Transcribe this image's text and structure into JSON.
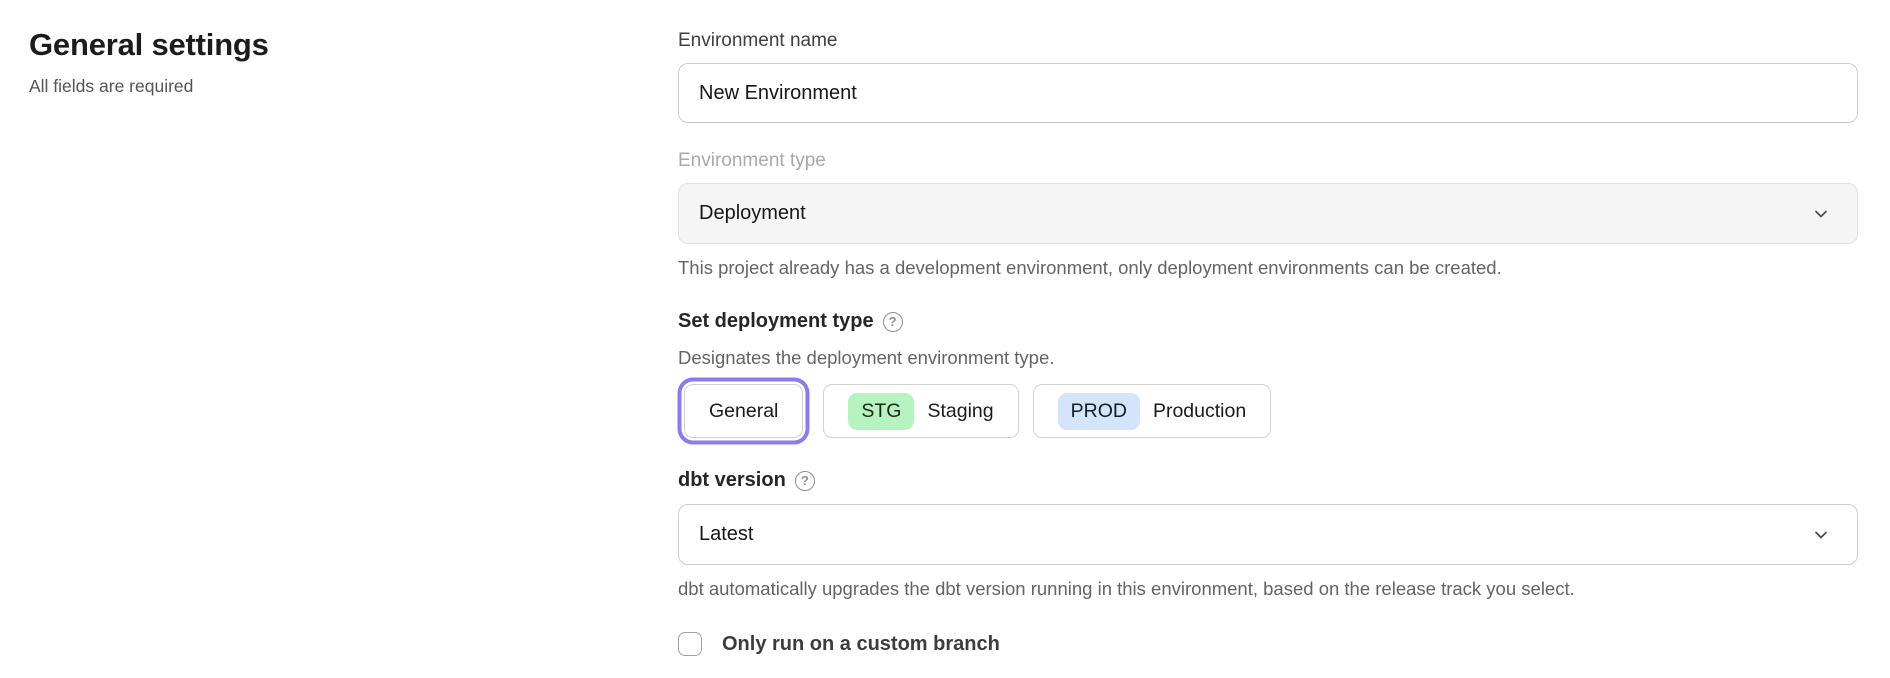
{
  "page": {
    "title": "General settings",
    "subtitle": "All fields are required"
  },
  "form": {
    "environment_name": {
      "label": "Environment name",
      "value": "New Environment"
    },
    "environment_type": {
      "label": "Environment type",
      "value": "Deployment",
      "disabled": true,
      "helper": "This project already has a development environment, only deployment environments can be created."
    },
    "deployment_type": {
      "label": "Set deployment type",
      "help_icon": "question-circle",
      "description": "Designates the deployment environment type.",
      "options": [
        {
          "label": "General",
          "selected": true
        },
        {
          "badge": "STG",
          "label": "Staging",
          "badge_color": "#b7f3c0",
          "selected": false
        },
        {
          "badge": "PROD",
          "label": "Production",
          "badge_color": "#d4e5fb",
          "selected": false
        }
      ]
    },
    "dbt_version": {
      "label": "dbt version",
      "help_icon": "question-circle",
      "value": "Latest",
      "helper": "dbt automatically upgrades the dbt version running in this environment, based on the release track you select."
    },
    "custom_branch": {
      "label": "Only run on a custom branch",
      "checked": false
    }
  },
  "icons": {
    "help": "?",
    "chevron_down": "chevron-down"
  },
  "colors": {
    "accent_selected_ring": "#8d7bea",
    "stg_badge": "#b7f3c0",
    "prod_badge": "#d4e5fb",
    "disabled_field_bg": "#f5f5f5"
  }
}
